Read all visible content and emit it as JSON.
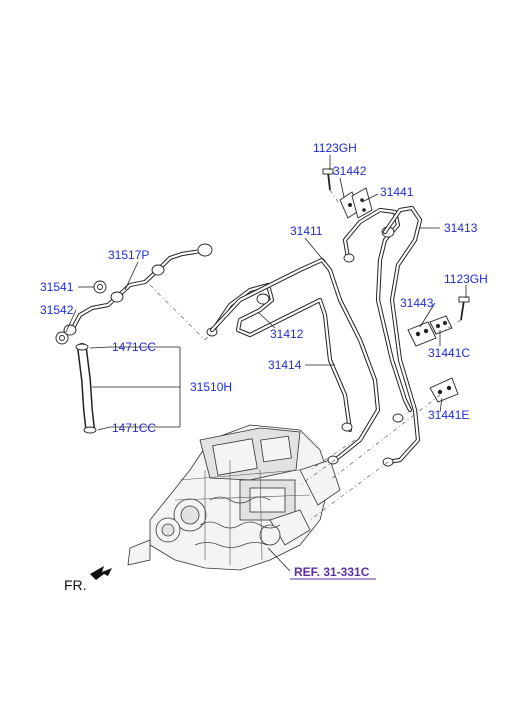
{
  "labels": {
    "p1123GH_top": "1123GH",
    "p31442": "31442",
    "p31441": "31441",
    "p31411": "31411",
    "p31413": "31413",
    "p1123GH_right": "1123GH",
    "p31517P": "31517P",
    "p31541": "31541",
    "p31542": "31542",
    "p31443": "31443",
    "p31412": "31412",
    "p31441C": "31441C",
    "p1471CC_top": "1471CC",
    "p31510H": "31510H",
    "p31414": "31414",
    "p31441E": "31441E",
    "p1471CC_bottom": "1471CC",
    "ref": "REF. 31-331C",
    "front": "FR."
  },
  "colors": {
    "label": "#1f2bd8",
    "ref_label": "#5a2ea6",
    "line": "#222222"
  },
  "icons": {
    "front_direction": "arrow-left-down-icon"
  }
}
